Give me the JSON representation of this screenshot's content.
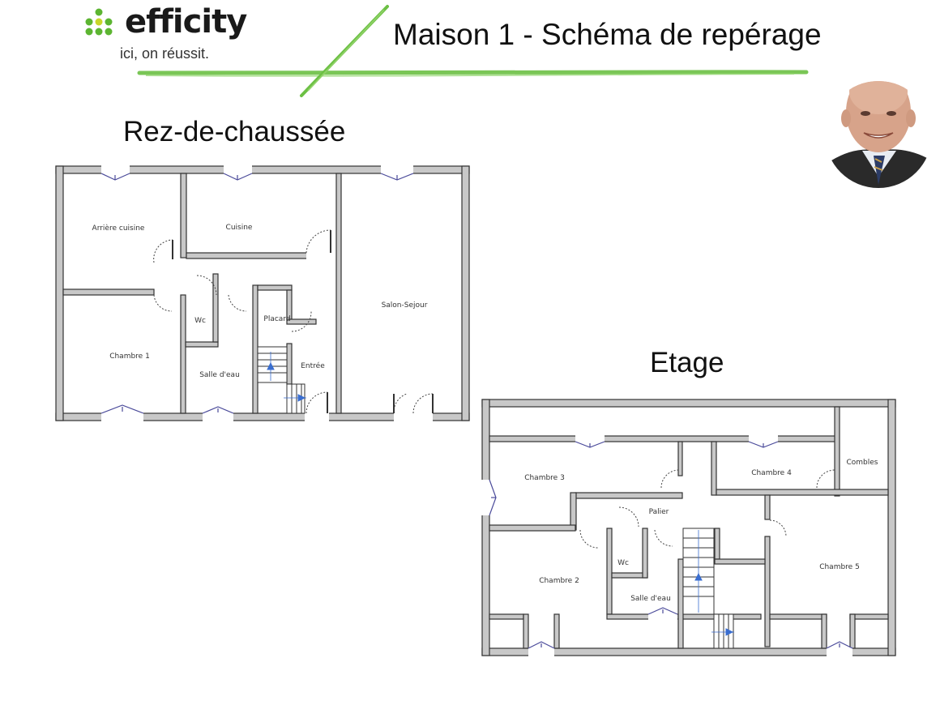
{
  "header": {
    "logo": {
      "brand": "efficity",
      "tagline": "ici, on réussit.",
      "dot_color": "#5cb531",
      "accent_dot_color": "#c8d62a"
    },
    "title": "Maison 1 - Schéma de repérage",
    "accent_color": "#5cb531"
  },
  "agent_photo": {
    "alt": "agent-portrait"
  },
  "floors": [
    {
      "name": "Rez-de-chaussée",
      "rooms": [
        "Arrière cuisine",
        "Cuisine",
        "Salon-Sejour",
        "Wc",
        "Placard",
        "Chambre 1",
        "Salle d'eau",
        "Entrée"
      ]
    },
    {
      "name": "Etage",
      "rooms": [
        "Chambre 3",
        "Chambre 4",
        "Combles",
        "Palier",
        "Wc",
        "Chambre 2",
        "Salle d'eau",
        "Chambre 5"
      ]
    }
  ],
  "colors": {
    "wall_fill": "#c8c8c8",
    "wall_stroke": "#333333",
    "window": "#4a4a9a",
    "stair_arrow": "#3a6ed0"
  }
}
